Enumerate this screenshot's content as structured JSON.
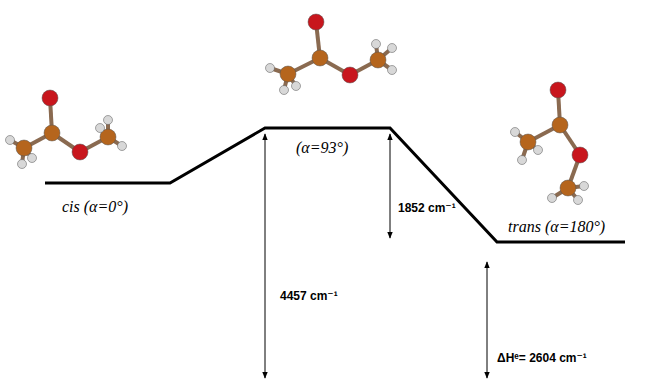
{
  "diagram": {
    "labels": [
      "cis (α=0°)",
      "(α=93°)",
      "1852 cm⁻¹",
      "4457 cm⁻¹",
      "trans (α=180°)",
      "ΔHᵉ= 2604 cm⁻¹"
    ]
  }
}
